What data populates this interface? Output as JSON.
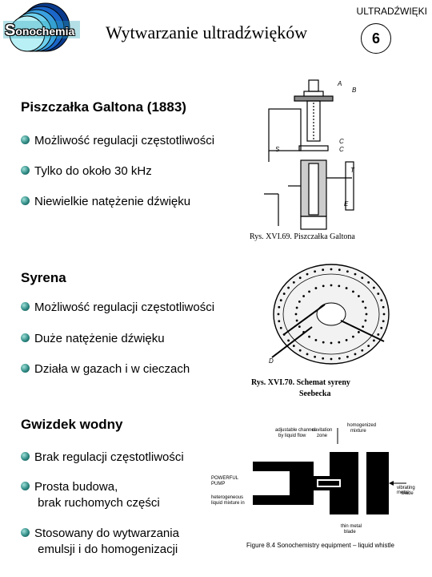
{
  "header": {
    "logo_text_first": "S",
    "logo_text_rest": "onochemia",
    "title": "Wytwarzanie ultradźwięków",
    "topic": "ULTRADŹWIĘKI",
    "page_number": "6"
  },
  "sections": [
    {
      "heading": "Piszczałka Galtona (1883)",
      "bullets": [
        "Możliwość regulacji częstotliwości",
        "Tylko do około 30 kHz",
        "Niewielkie natężenie dźwięku"
      ]
    },
    {
      "heading": "Syrena",
      "bullets": [
        "Możliwość regulacji częstotliwości",
        "Duże natężenie dźwięku",
        "Działa w gazach i w cieczach"
      ]
    },
    {
      "heading": "Gwizdek wodny",
      "bullets": [
        "Brak regulacji częstotliwości",
        "Prosta budowa,",
        "brak ruchomych części",
        "Stosowany do wytwarzania",
        "emulsji i do homogenizacji"
      ]
    }
  ],
  "figures": {
    "galton": {
      "caption": "Rys. XVI.69. Piszczałka Galtona",
      "labels": {
        "a": "A",
        "b": "B",
        "c1": "C",
        "c2": "C",
        "s": "S",
        "t": "T",
        "e": "E"
      }
    },
    "siren": {
      "caption_line1": "Rys. XVI.70. Schemat syreny",
      "caption_line2": "Seebecka",
      "labels": {
        "d": "D"
      }
    },
    "whistle": {
      "caption": "Figure 8.4   Sonochemistry equipment – liquid whistle",
      "labels": {
        "adjustable": "adjustable channel",
        "adjustable2": "by liquid flow",
        "cavitation": "cavitation",
        "cavitation2": "zone",
        "homogenized": "homogenized",
        "homogenized2": "mixture",
        "powerful": "POWERFUL",
        "pump": "PUMP",
        "heterogeneous": "heterogeneous",
        "heterogeneous2": "liquid mixture in",
        "vibrating": "vibrating metal",
        "vibrating2": "blade",
        "thin": "thin metal",
        "thin2": "blade"
      }
    }
  }
}
